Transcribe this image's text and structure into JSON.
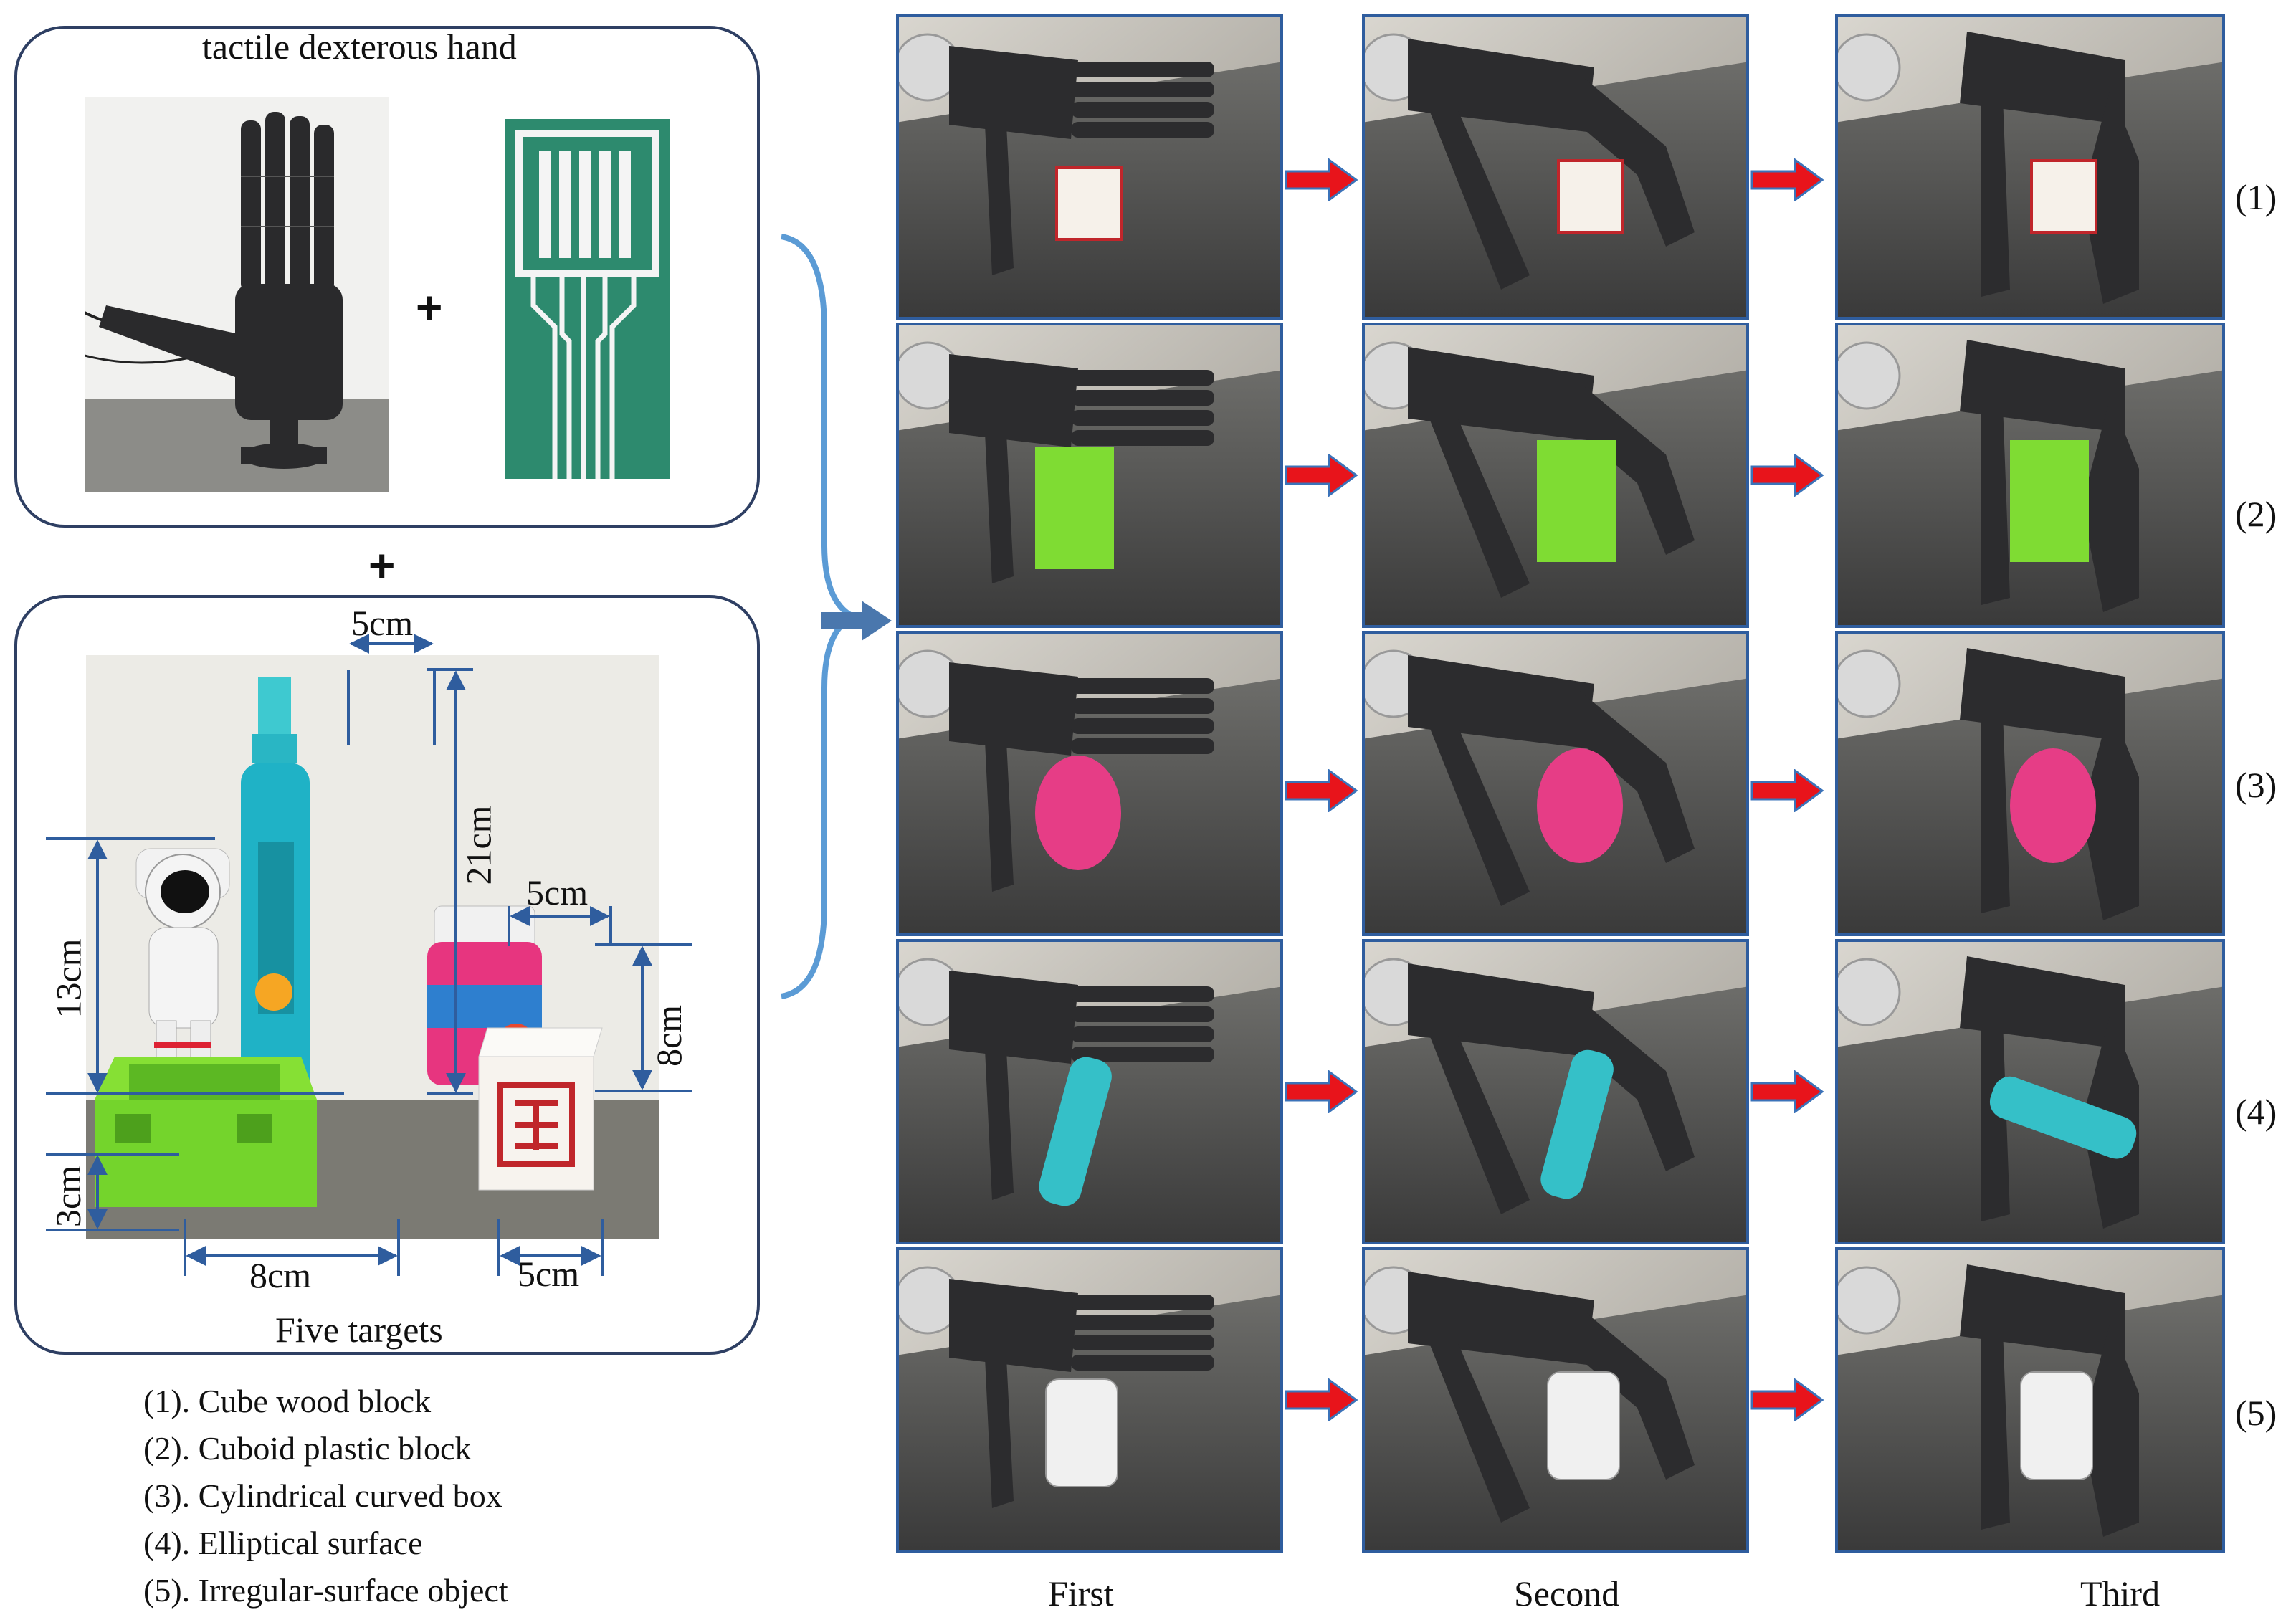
{
  "left": {
    "hand_panel_title": "tactile dexterous hand",
    "plus_symbol": "+",
    "targets_caption": "Five targets",
    "dimensions": {
      "bottle_width": "5cm",
      "bottle_height": "21cm",
      "box_width": "5cm",
      "box_height": "8cm",
      "figure_height": "13cm",
      "block_height": "3cm",
      "block_width": "8cm",
      "cube_width": "5cm"
    },
    "legend": [
      "(1). Cube wood block",
      "(2). Cuboid plastic block",
      "(3). Cylindrical curved box",
      "(4). Elliptical surface",
      "(5). Irregular-surface object"
    ]
  },
  "grid": {
    "columns": [
      "First",
      "Second",
      "Third"
    ],
    "rows": [
      "(1)",
      "(2)",
      "(3)",
      "(4)",
      "(5)"
    ]
  },
  "colors": {
    "panel_border": "#2e3f63",
    "cell_border": "#2f5d9e",
    "arrow_red": "#e8141b",
    "arrow_outline": "#3b73b9",
    "brace_blue": "#5b9bd5",
    "big_arrow": "#4a77ad"
  },
  "icons": {
    "step_arrow": "red-right-arrow-icon",
    "flow_arrow": "blue-right-arrow-icon"
  }
}
